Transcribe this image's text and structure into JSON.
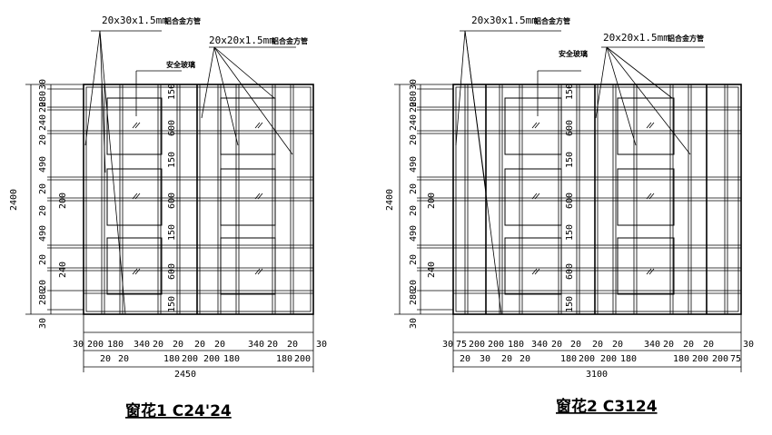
{
  "colors": {
    "line": "#000000",
    "background": "#ffffff"
  },
  "drawings": [
    {
      "title": "窗花1 C24'24",
      "note_big_tube": "20x30x1.5mm",
      "note_big_tube_cn": "铝合金方管",
      "note_small_tube": "20x20x1.5mm",
      "note_small_tube_cn": "铝合金方管",
      "note_glass": "安全玻璃",
      "total_height": "2400",
      "total_width": "2450",
      "left_dims": [
        "30",
        "280",
        "20",
        "240",
        "20",
        "490",
        "20",
        "200",
        "20",
        "490",
        "20",
        "240",
        "20",
        "280",
        "30"
      ],
      "inner_dims": [
        "150",
        "600",
        "150",
        "600",
        "150",
        "600",
        "150"
      ],
      "bottom_top_dims": [
        "30",
        "200",
        "180",
        "340",
        "20",
        "20",
        "20",
        "20",
        "340",
        "20",
        "20",
        "30"
      ],
      "bottom_mid_dims": [
        "20",
        "20",
        "180",
        "200",
        "200",
        "180",
        "180",
        "200"
      ]
    },
    {
      "title": "窗花2 C3124",
      "note_big_tube": "20x30x1.5mm",
      "note_big_tube_cn": "铝合金方管",
      "note_small_tube": "20x20x1.5mm",
      "note_small_tube_cn": "铝合金方管",
      "note_glass": "安全玻璃",
      "total_height": "2400",
      "total_width": "3100",
      "left_dims": [
        "30",
        "280",
        "20",
        "240",
        "20",
        "490",
        "20",
        "200",
        "20",
        "490",
        "20",
        "240",
        "20",
        "280",
        "30"
      ],
      "inner_dims": [
        "150",
        "600",
        "150",
        "600",
        "150",
        "600",
        "150"
      ],
      "bottom_top_dims": [
        "30",
        "75",
        "200",
        "200",
        "180",
        "340",
        "20",
        "20",
        "20",
        "20",
        "340",
        "20",
        "20",
        "20",
        "30"
      ],
      "bottom_mid_dims": [
        "20",
        "30",
        "20",
        "20",
        "180",
        "200",
        "200",
        "180",
        "180",
        "200",
        "200",
        "75"
      ]
    }
  ]
}
